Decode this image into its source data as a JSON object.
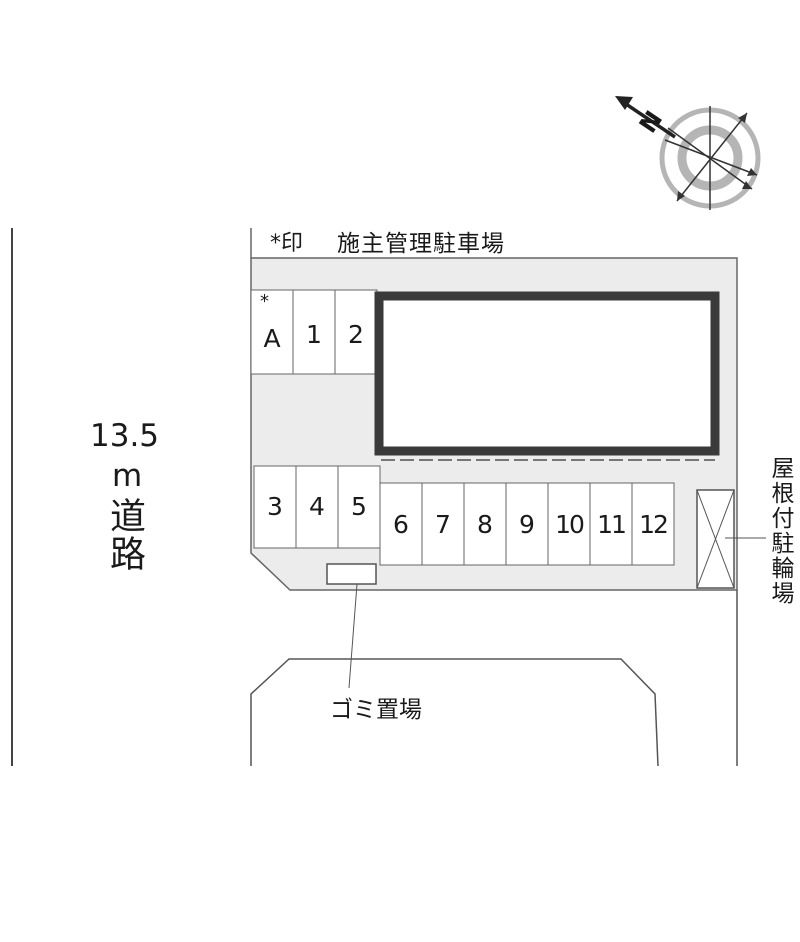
{
  "road": {
    "width": "13.5",
    "unit": "m",
    "name": "道路"
  },
  "parking": {
    "title": "施主管理駐車場",
    "legend_mark": "*印",
    "owner_slot": {
      "mark": "*",
      "label": "A"
    },
    "slots": [
      "1",
      "2",
      "3",
      "4",
      "5",
      "6",
      "7",
      "8",
      "9",
      "10",
      "11",
      "12"
    ]
  },
  "bike_parking": "屋根付駐輪場",
  "trash": "ゴミ置場",
  "compass": {
    "north_label": "N",
    "icon": "compass-rose-icon"
  },
  "colors": {
    "lot_fill": "#ececec",
    "building_border": "#3a3a3a",
    "line": "#555555",
    "compass_gray": "#b5b5b5"
  }
}
